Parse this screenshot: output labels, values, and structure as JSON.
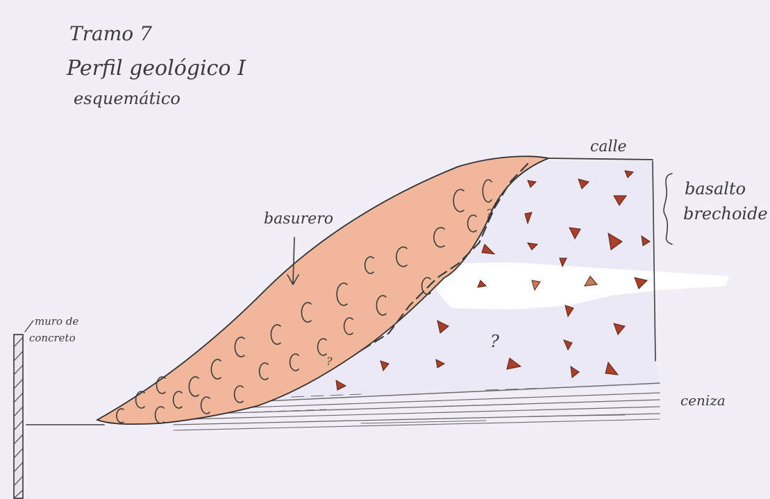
{
  "title": {
    "line1": "Tramo 7",
    "line2": "Perfil geológico I",
    "line3": "esquemático"
  },
  "labels": {
    "street": "calle",
    "waste_dump": "basurero",
    "breccia_line1": "basalto",
    "breccia_line2": "brechoide",
    "ash": "ceniza",
    "wall_line1": "muro de",
    "wall_line2": "concreto",
    "uncertain_mark": "?"
  },
  "colors": {
    "background": "#f1eef8",
    "pencil": "#3b3b3b",
    "basurero_fill": "#f0b79a",
    "clast_fill": "#a8402a",
    "white_band": "#ffffff"
  }
}
